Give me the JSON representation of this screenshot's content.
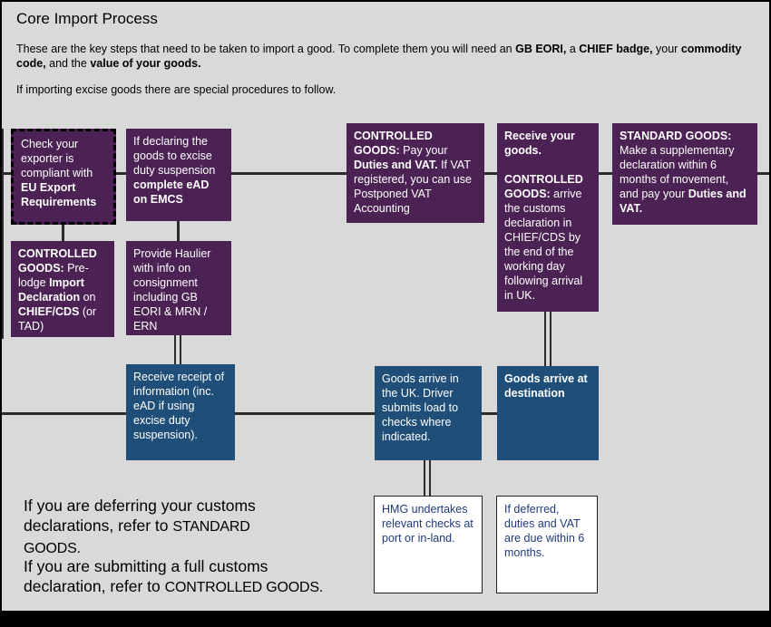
{
  "title": "Core Import Process",
  "intro": {
    "t1": "These are the key steps that need to be taken to import a good. To complete them you will need an ",
    "b1": "GB EORI,",
    "t2": " a ",
    "b2": "CHIEF badge,",
    "t3": " your ",
    "b3": "commodity code,",
    "t4": " and the ",
    "b4": "value of your goods."
  },
  "excise_note": "If importing excise goods there are special procedures to follow.",
  "boxes": {
    "exporter": {
      "t1": "Check your exporter is compliant with ",
      "b1": "EU Export Requirements"
    },
    "excise_ead": {
      "t1": "If declaring the goods to excise duty suspension ",
      "b1": "complete eAD on EMCS"
    },
    "pay_duties": {
      "b1": "CONTROLLED GOODS:",
      "t1": " Pay your ",
      "b2": "Duties and VAT.",
      "t2": " If VAT registered, you can use Postponed VAT Accounting"
    },
    "receive_goods": {
      "b1": "Receive your goods.",
      "b2": "CONTROLLED GOODS:",
      "t1": " arrive the customs declaration in CHIEF/CDS by the end of the working day following arrival in UK."
    },
    "standard_goods": {
      "b1": "STANDARD GOODS:",
      "t1": " Make a supplementary declaration within 6 months of movement, and pay your ",
      "b2": "Duties and VAT."
    },
    "prelodge": {
      "b1": "CONTROLLED GOODS:",
      "t1": " Pre-lodge ",
      "b2": "Import Declaration",
      "t2": " on ",
      "b3": "CHIEF/CDS",
      "t3": " (or TAD)"
    },
    "haulier": {
      "t1": "Provide Haulier with info on consignment including GB EORI & MRN / ERN"
    },
    "receipt": {
      "t1": "Receive receipt of information (inc. eAD if using excise duty suspension)."
    },
    "arrive_uk": {
      "t1": "Goods arrive in the UK. Driver submits load to checks where indicated."
    },
    "destination": {
      "b1": "Goods arrive at destination"
    },
    "hmg_checks": {
      "t1": "HMG undertakes relevant checks at port or in-land."
    },
    "deferred": {
      "t1": "If deferred, duties and VAT are due within 6 months."
    }
  },
  "notes": {
    "defer_t": "If you are deferring your customs declarations, refer to ",
    "defer_sc": "STANDARD GOODS.",
    "full_t": "If you are submitting a full customs declaration, refer to ",
    "full_sc": "CONTROLLED GOODS."
  },
  "colors": {
    "purple": "#4b2253",
    "blue": "#1f4e79",
    "background": "#d9d9d9",
    "border": "#000000"
  }
}
